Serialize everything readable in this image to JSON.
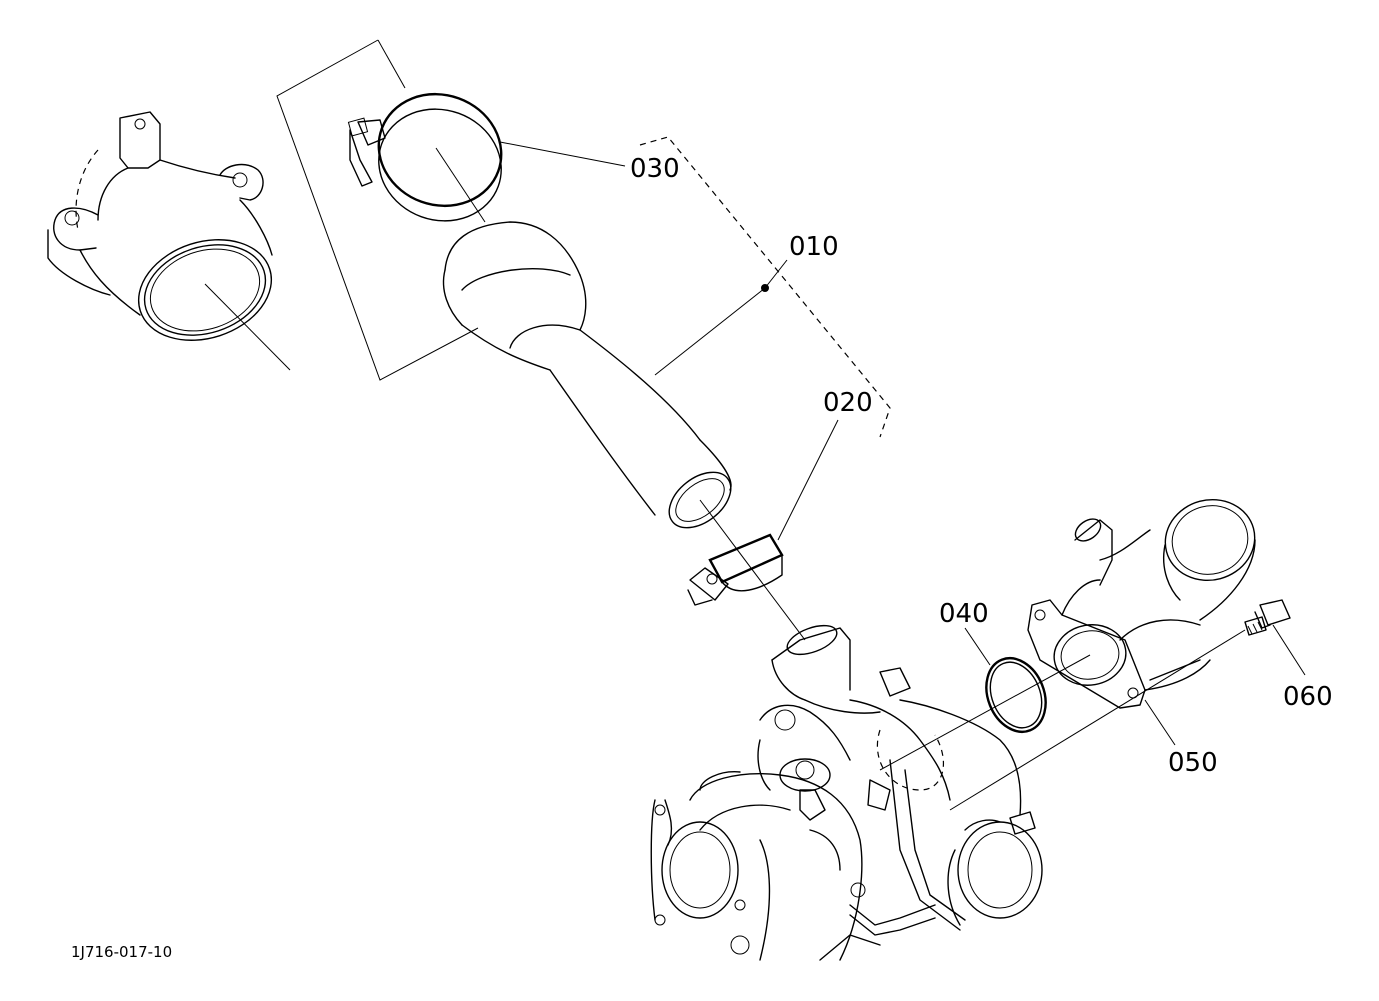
{
  "diagram": {
    "callouts": [
      {
        "id": "030",
        "label": "030"
      },
      {
        "id": "010",
        "label": "010"
      },
      {
        "id": "020",
        "label": "020"
      },
      {
        "id": "040",
        "label": "040"
      },
      {
        "id": "060",
        "label": "060"
      },
      {
        "id": "050",
        "label": "050"
      }
    ],
    "drawing_code": "1J716-017-10"
  }
}
